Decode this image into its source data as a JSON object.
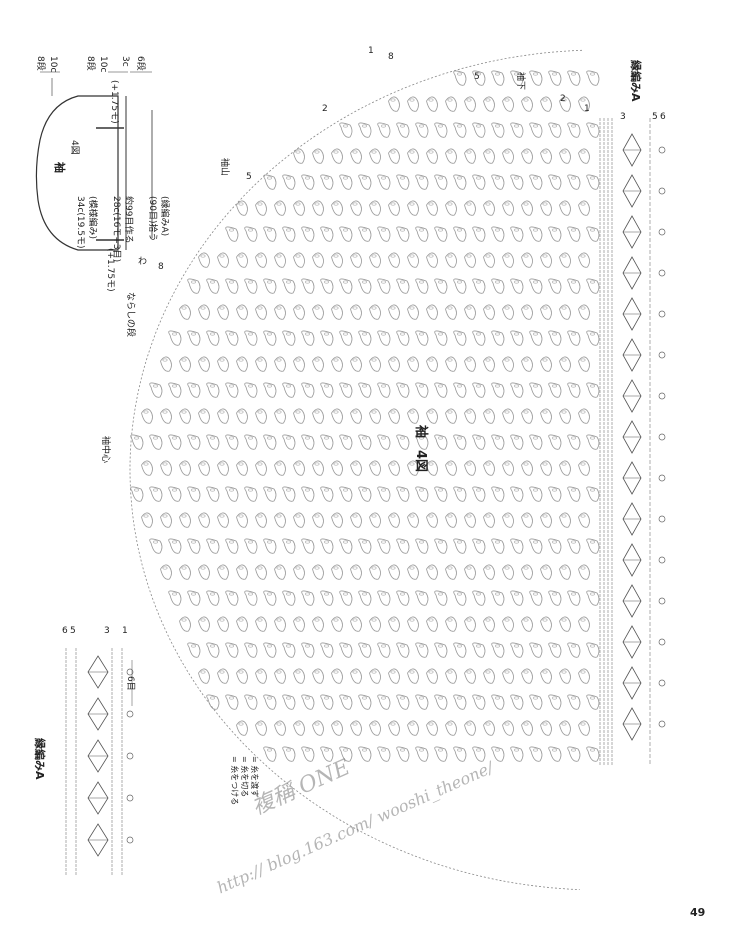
{
  "page_number": "49",
  "watermark": {
    "line1": "複稱 ONE",
    "line2": "http:// blog.163.com/ wooshi_theone/"
  },
  "main_chart": {
    "title": "4図",
    "piece": "袖",
    "labels": {
      "sleeve_cap": "袖山",
      "underarm": "袖下",
      "center": "袖中心",
      "smoothing": "ならしの段",
      "edging": "縁編みA"
    },
    "row_markers": [
      "1",
      "8",
      "5",
      "2",
      "1",
      "2",
      "5",
      "8",
      "3",
      "5",
      "6"
    ]
  },
  "schematic": {
    "title": "袖",
    "fig": "4図",
    "width_text": "34c(19.5モ)",
    "pattern_text": "(模様編み)",
    "count_text": "28c(16モ+3目)",
    "make_text": "約99目作る",
    "pickup_text": "(90目)拾う",
    "edging_text": "(縁編みA)",
    "side_left": "(+1.75モ)",
    "side_right": "(+1.75モ)",
    "top_a": "10c",
    "top_a_rows": "8段",
    "top_b": "10c",
    "top_b_rows": "8段",
    "top_c": "3c",
    "top_c_rows": "6段",
    "wa": "わ"
  },
  "edge_chart": {
    "title": "縁編みA",
    "rows": [
      "6",
      "5",
      "3",
      "1"
    ],
    "repeat": "6目"
  },
  "legend": {
    "items": [
      "= 糸をつける",
      "= 糸を切る",
      "= 糸を渡す"
    ]
  }
}
